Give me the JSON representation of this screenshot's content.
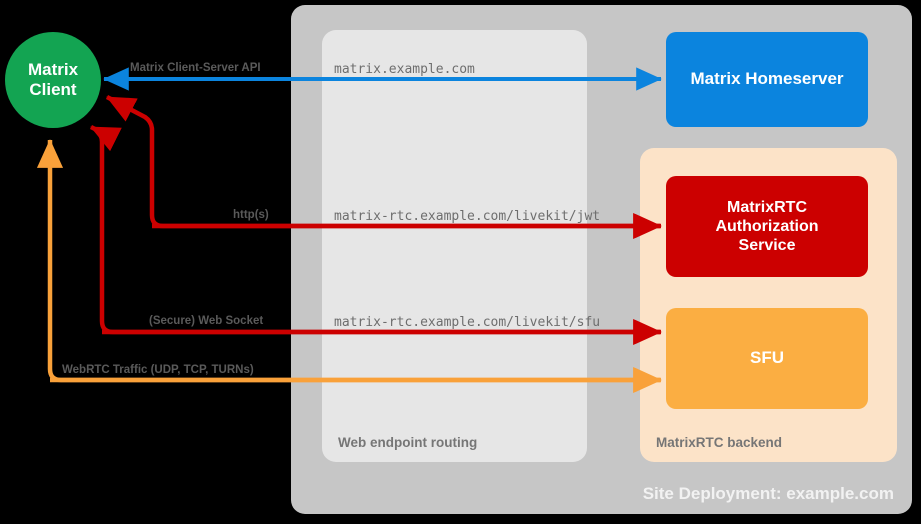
{
  "diagram": {
    "title": "MatrixRTC site deployment",
    "background": "#000000"
  },
  "site": {
    "label": "Site Deployment: example.com",
    "color": "#C6C6C6"
  },
  "routing": {
    "label": "Web endpoint routing",
    "color": "#E6E6E6",
    "endpoints": [
      "matrix.example.com",
      "matrix-rtc.example.com/livekit/jwt",
      "matrix-rtc.example.com/livekit/sfu"
    ]
  },
  "backend": {
    "label": "MatrixRTC backend",
    "color": "#FCE3C8"
  },
  "nodes": {
    "client": {
      "line1": "Matrix",
      "line2": "Client",
      "color": "#13A452"
    },
    "homeserver": {
      "label": "Matrix Homeserver",
      "color": "#0B84DE"
    },
    "auth": {
      "label": "MatrixRTC\nAuthorization\nService",
      "line1": "MatrixRTC",
      "line2": "Authorization",
      "line3": "Service",
      "color": "#CC0000"
    },
    "sfu": {
      "label": "SFU",
      "color": "#FBAE42"
    }
  },
  "edges": [
    {
      "name": "matrix-client-server-api",
      "label": "Matrix Client-Server API",
      "color": "#0B84DE",
      "endpoint": "matrix.example.com",
      "direction": "bidirectional"
    },
    {
      "name": "https-jwt",
      "label": "http(s)",
      "color": "#CC0000",
      "endpoint": "matrix-rtc.example.com/livekit/jwt",
      "direction": "bidirectional"
    },
    {
      "name": "secure-web-socket",
      "label": "(Secure) Web Socket",
      "color": "#CC0000",
      "endpoint": "matrix-rtc.example.com/livekit/sfu",
      "direction": "bidirectional"
    },
    {
      "name": "webrtc-traffic",
      "label": "WebRTC Traffic (UDP, TCP, TURNs)",
      "color": "#F9A13A",
      "endpoint": "",
      "direction": "bidirectional"
    }
  ]
}
